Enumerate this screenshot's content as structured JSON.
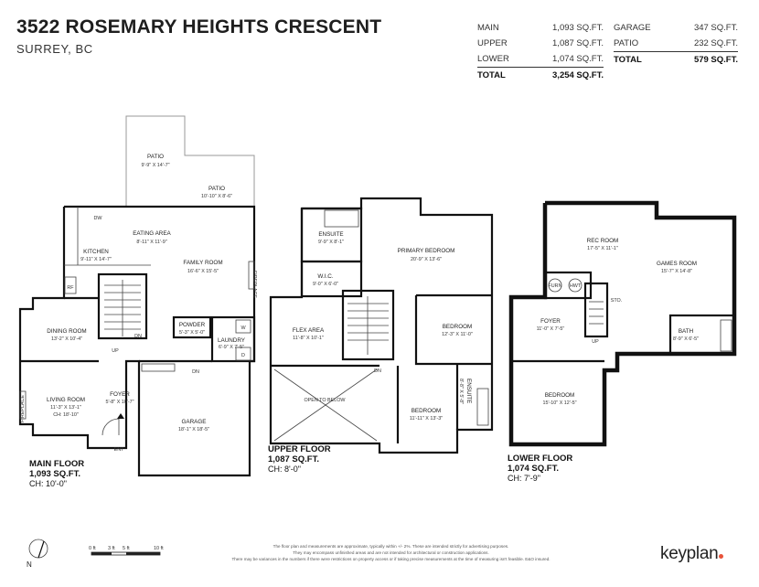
{
  "header": {
    "address": "3522 ROSEMARY HEIGHTS CRESCENT",
    "city": "SURREY, BC"
  },
  "areas_left": [
    {
      "label": "MAIN",
      "value": "1,093 SQ.FT."
    },
    {
      "label": "UPPER",
      "value": "1,087 SQ.FT."
    },
    {
      "label": "LOWER",
      "value": "1,074 SQ.FT."
    }
  ],
  "areas_left_total": {
    "label": "TOTAL",
    "value": "3,254 SQ.FT."
  },
  "areas_right": [
    {
      "label": "GARAGE",
      "value": "347 SQ.FT."
    },
    {
      "label": "PATIO",
      "value": "232 SQ.FT."
    }
  ],
  "areas_right_total": {
    "label": "TOTAL",
    "value": "579 SQ.FT."
  },
  "floors": {
    "main": {
      "name": "MAIN FLOOR",
      "area": "1,093 SQ.FT.",
      "ceiling": "CH: 10'-0\""
    },
    "upper": {
      "name": "UPPER FLOOR",
      "area": "1,087 SQ.FT.",
      "ceiling": "CH: 8'-0\""
    },
    "lower": {
      "name": "LOWER FLOOR",
      "area": "1,074 SQ.FT.",
      "ceiling": "CH: 7'-9\""
    }
  },
  "rooms": {
    "patio1": {
      "name": "PATIO",
      "dim": "9'-9\" X 14'-7\""
    },
    "patio2": {
      "name": "PATIO",
      "dim": "10'-10\" X 8'-6\""
    },
    "kitchen": {
      "name": "KITCHEN",
      "dim": "9'-11\" X 14'-7\""
    },
    "eating": {
      "name": "EATING AREA",
      "dim": "8'-11\" X 11'-9\""
    },
    "family": {
      "name": "FAMILY ROOM",
      "dim": "16'-6\" X 15'-5\""
    },
    "dining": {
      "name": "DINING ROOM",
      "dim": "13'-2\" X 10'-4\""
    },
    "powder": {
      "name": "POWDER",
      "dim": "5'-3\" X 5'-0\""
    },
    "laundry": {
      "name": "LAUNDRY",
      "dim": "6'-9\" X 7'-5\""
    },
    "living": {
      "name": "LIVING ROOM",
      "dim": "11'-3\" X 13'-1\"",
      "extra": "CH: 18'-10\""
    },
    "foyer_main": {
      "name": "FOYER",
      "dim": "5'-8\" X 10'-7\""
    },
    "garage": {
      "name": "GARAGE",
      "dim": "18'-1\" X 18'-5\""
    },
    "ensuite1": {
      "name": "ENSUITE",
      "dim": "9'-9\" X 8'-1\""
    },
    "primary": {
      "name": "PRIMARY BEDROOM",
      "dim": "20'-9\" X 13'-6\""
    },
    "wic": {
      "name": "W.I.C.",
      "dim": "9'-0\" X 6'-0\""
    },
    "flex": {
      "name": "FLEX AREA",
      "dim": "11'-8\" X 10'-1\""
    },
    "bed_up1": {
      "name": "BEDROOM",
      "dim": "12'-3\" X 11'-0\""
    },
    "bed_up2": {
      "name": "BEDROOM",
      "dim": "11'-11\" X 13'-3\""
    },
    "ensuite2": {
      "name": "ENSUITE",
      "dim": "8'-8\" X 5'-8\""
    },
    "rec": {
      "name": "REC ROOM",
      "dim": "17'-5\" X 11'-1\""
    },
    "games": {
      "name": "GAMES ROOM",
      "dim": "15'-7\" X 14'-8\""
    },
    "foyer_lower": {
      "name": "FOYER",
      "dim": "11'-0\" X 7'-5\""
    },
    "bath": {
      "name": "BATH",
      "dim": "8'-9\" X 6'-5\""
    },
    "bed_low": {
      "name": "BEDROOM",
      "dim": "15'-10\" X 12'-5\""
    }
  },
  "labels": {
    "up": "UP",
    "dn": "DN",
    "ent": "ENT",
    "open_below": "OPEN TO BELOW",
    "fireplace": "FIREPLACE",
    "dw": "DW",
    "rf": "RF",
    "w": "W",
    "d": "D",
    "sto": "STO.",
    "furn": "FURN",
    "hwt": "HWT"
  },
  "scale": {
    "ticks": [
      "0 ft",
      "3 ft",
      "5 ft",
      "10 ft"
    ]
  },
  "compass": {
    "label": "N"
  },
  "disclaimer": [
    "The floor plan and measurements are approximate, typically within +/- 2%. These are intended strictly for advertising purposes.",
    "They may encompass unfinished areas and are not intended for architectural or construction applications.",
    "There may be variances in the numbers if there were restrictions on property access or if taking precise measurements at the time of measuring isn't feasible. E&O insured."
  ],
  "brand": {
    "name": "keyplan",
    "accent": "#e8533a"
  }
}
